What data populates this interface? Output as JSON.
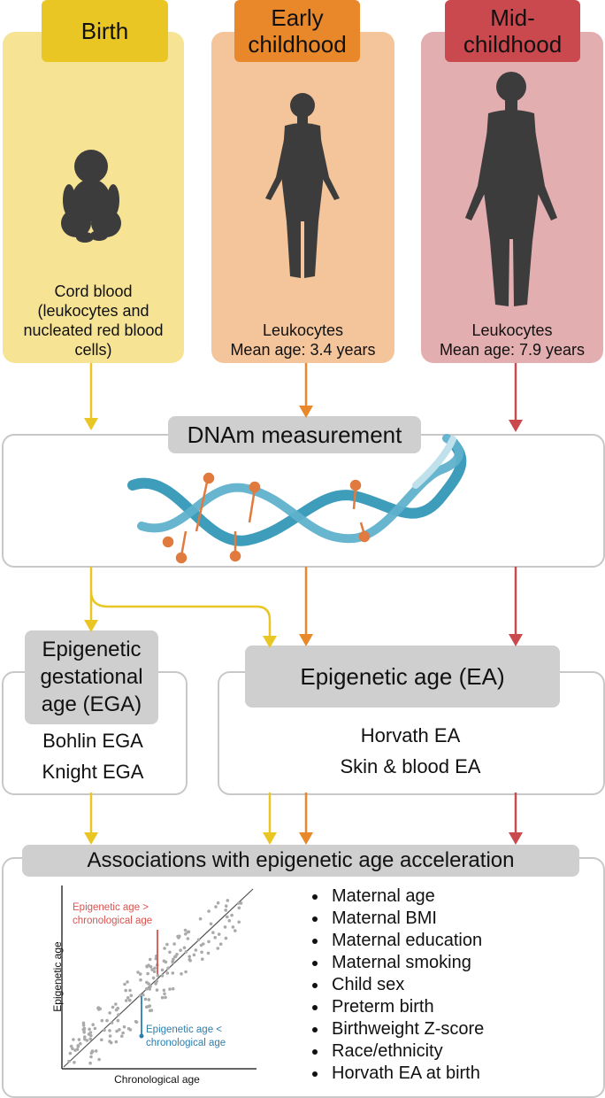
{
  "stages": [
    {
      "label": "Birth",
      "description": [
        "Cord blood",
        "(leukocytes and",
        "nucleated red blood",
        "cells)"
      ],
      "color": "#e9c623",
      "panel_color": "#f6e393"
    },
    {
      "label_lines": [
        "Early",
        "childhood"
      ],
      "description": [
        "Leukocytes",
        "Mean age: 3.4 years"
      ],
      "color": "#e8882b",
      "panel_color": "#f4c49a"
    },
    {
      "label_lines": [
        "Mid-",
        "childhood"
      ],
      "description": [
        "Leukocytes",
        "Mean age: 7.9 years"
      ],
      "color": "#c9494f",
      "panel_color": "#e2aeb0"
    }
  ],
  "dnam": {
    "title": "DNAm measurement"
  },
  "ega": {
    "title_lines": [
      "Epigenetic",
      "gestational",
      "age (EGA)"
    ],
    "items": [
      "Bohlin EGA",
      "Knight EGA"
    ]
  },
  "ea": {
    "title": "Epigenetic age (EA)",
    "items": [
      "Horvath EA",
      "Skin & blood EA"
    ]
  },
  "associations": {
    "title": "Associations with epigenetic age acceleration",
    "factors": [
      "Maternal age",
      "Maternal BMI",
      "Maternal education",
      "Maternal smoking",
      "Child sex",
      "Preterm birth",
      "Birthweight Z-score",
      "Race/ethnicity",
      "Horvath EA at birth"
    ]
  },
  "scatter": {
    "xlabel": "Chronological age",
    "ylabel": "Epigenetic age",
    "above_label": [
      "Epigenetic age >",
      "chronological age"
    ],
    "below_label": [
      "Epigenetic age <",
      "chronological age"
    ],
    "above_color": "#d9534f",
    "below_color": "#2a7fb0"
  }
}
